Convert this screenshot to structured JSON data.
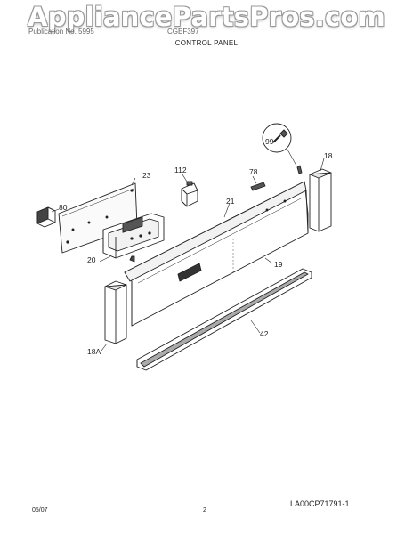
{
  "watermark": "AppliancePartsPros.com",
  "header": {
    "publication_text": "Publication No. 5995",
    "model_text": "CGEF397",
    "title": "CONTROL PANEL"
  },
  "labels": {
    "p80": "80",
    "p23": "23",
    "p112": "112",
    "p78": "78",
    "p99": "99",
    "p18": "18",
    "p21": "21",
    "p20": "20",
    "p19": "19",
    "p42": "42",
    "p18A": "18A"
  },
  "diagram_code": "LA00CP71791-1",
  "footer": {
    "date": "05/07",
    "page": "2"
  }
}
